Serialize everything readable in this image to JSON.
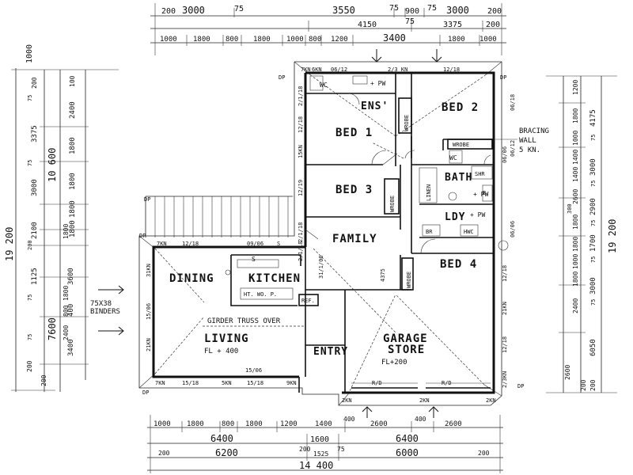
{
  "dimensions": {
    "top_row1": [
      "200",
      "3000",
      "75",
      "3550",
      "75",
      "900",
      "75",
      "3000",
      "200"
    ],
    "top_row2": [
      "4150",
      "75",
      "3375",
      "200"
    ],
    "top_row3": [
      "1000",
      "1800",
      "800",
      "1800",
      "1000",
      "800",
      "1200",
      "3400",
      "1800",
      "1000"
    ],
    "bottom_row1": [
      "1000",
      "1800",
      "800",
      "1800",
      "1200",
      "1400",
      "400",
      "2600",
      "400",
      "2600"
    ],
    "bottom_row2": [
      "6400",
      "1600",
      "6400"
    ],
    "bottom_row3": [
      "200",
      "6200",
      "200",
      "1525",
      "75",
      "6000",
      "200"
    ],
    "bottom_total": "14 400",
    "left_outer": [
      "1000",
      "19 200"
    ],
    "left_mid": [
      "10 600",
      "7600"
    ],
    "left_inner": [
      "200",
      "3375",
      "75",
      "3000",
      "75",
      "2100",
      "200",
      "1125",
      "3600",
      "75",
      "400",
      "3400",
      "75",
      "200"
    ],
    "left_segments": [
      "100",
      "2400",
      "1800",
      "1800",
      "1800",
      "1800",
      "1800",
      "800",
      "1800",
      "2400",
      "200"
    ],
    "right_outer": "19 200",
    "right_inner": [
      "4175",
      "75",
      "3000",
      "75",
      "2900",
      "75",
      "1700",
      "75",
      "3000",
      "75",
      "6050",
      "200"
    ],
    "right_segments": [
      "1200",
      "1800",
      "1000",
      "1400",
      "1400",
      "2600",
      "300",
      "1800",
      "1800",
      "1000",
      "1800",
      "2400",
      "2600",
      "200"
    ]
  },
  "rooms": {
    "ens": "ENS'",
    "bed2": "BED 2",
    "bed1": "BED 1",
    "bed3": "BED 3",
    "family": "FAMILY",
    "bath": "BATH",
    "ldy": "LDY",
    "bed4": "BED 4",
    "dining": "DINING",
    "kitchen": "KITCHEN",
    "living": "LIVING",
    "living_level": "FL + 400",
    "garage": "GARAGE",
    "store": "STORE",
    "garage_level": "FL+200",
    "entry": "ENTRY"
  },
  "fixtures": {
    "wc1": "WC",
    "wc2": "WC",
    "pw1": "+ PW",
    "pw2": "+ PW",
    "pw3": "+ PW",
    "wrobe1": "WROBE",
    "wrobe2": "WROBE",
    "wrobe3": "WROBE",
    "wrobe4": "WROBE",
    "linen": "LINEN",
    "shr": "SHR",
    "br": "BR",
    "b": "B.",
    "hwc": "HWC",
    "ref": "REF.",
    "appliances": "HT. WO. P.",
    "rd1": "R/D",
    "rd2": "R/D"
  },
  "notes": {
    "bracing_wall": "BRACING",
    "bracing_wall2": "WALL",
    "bracing_wall3": "5 KN.",
    "binders": "75X38",
    "binders2": "BINDERS",
    "girder_truss": "GIRDER TRUSS OVER",
    "s": "S"
  },
  "ties": {
    "top1": "6KN",
    "top2": "06/12",
    "top3": "2/3 KN",
    "top4": "12/18",
    "left1": "2/1/18",
    "left2": "15KN",
    "left3": "12/18",
    "left4": "12/19",
    "left5": "2/1/18",
    "left6": "7KN",
    "right1": "06/18",
    "right2": "06/06",
    "right3": "06/12",
    "right4": "06/06",
    "right5": "12/18",
    "right6": "21KN",
    "right7": "12/18",
    "right8": "2/3KN",
    "dining1": "7KN",
    "dining2": "12/18",
    "dining3": "09/06",
    "dining4": "S",
    "liv1": "31KN",
    "liv2": "15/06",
    "liv3": "21KN",
    "liv4": "15/06",
    "bot1": "7KN",
    "bot2": "15/18",
    "bot3": "5KN",
    "bot4": "15/18",
    "bot5": "9KN",
    "bot6": "2KN",
    "bot7": "2KN",
    "bot8": "2KN",
    "fam1": "2/1/18",
    "fam2": "31/1/06",
    "fam3": "4375",
    "d1": "DP",
    "d2": "DP",
    "d3": "DP",
    "d4": "DP",
    "d5": "DP",
    "d6": "DP"
  }
}
